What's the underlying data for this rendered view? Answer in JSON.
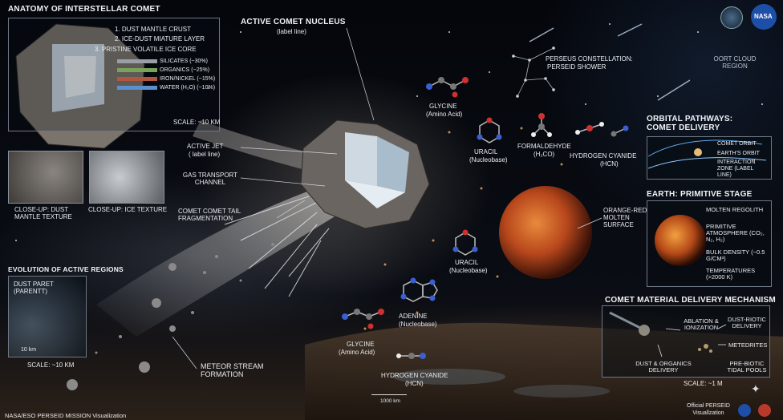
{
  "anatomy": {
    "title": "ANATOMY OF INTERSTELLAR COMET",
    "layers": [
      "1. DUST MANTLE CRUST",
      "2. ICE-DUST MIATURE LAYER",
      "3. PRISTINE VOLATILE ICE CORE"
    ],
    "composition": [
      {
        "label": "SILICATES (~30%)",
        "color": "#9a9ea6"
      },
      {
        "label": "ORGANICS (~25%)",
        "color": "#7aa35a"
      },
      {
        "label": "IRON/NICKEL (~15%)",
        "color": "#b0553e"
      },
      {
        "label": "WATER (H₂O) (~10%)",
        "color": "#5b8fd0"
      }
    ],
    "scale": "SCALE: ~10 KM"
  },
  "closeups": {
    "dust": "CLOSE-UP: DUST MANTLE TEXTURE",
    "ice": "CLOSE-UP: ICE TEXTURE"
  },
  "nucleus": {
    "title": "ACTIVE COMET NUCLEUS",
    "sub": "(label line)"
  },
  "jet": {
    "title": "ACTIVE JET",
    "sub": "( label line)"
  },
  "gas": "GAS TRANSPORT CHANNEL",
  "tail": "COMET COMET TAIL FRAGMENTATION",
  "evolution": {
    "title": "EVOLUTION OF ACTIVE REGIONS",
    "dust_label": "DUST PARET (PARENTT)",
    "bar": "10 km",
    "scale": "SCALE: ~10 KM"
  },
  "meteor": "METEOR STREAM FORMATION",
  "perseus": {
    "title": "PERSEUS CONSTELLATION:",
    "sub": "PERSEID SHOWER"
  },
  "oort": "OORT CLOUD REGION",
  "molecules": [
    {
      "name": "GLYCINE",
      "sub": "(Amino Acid)"
    },
    {
      "name": "URACIL",
      "sub": "(Nucleobase)"
    },
    {
      "name": "FORMALDEHYDE",
      "sub": "(H₂CO)"
    },
    {
      "name": "HYDROGEN CYANIDE",
      "sub": "(HCN)"
    },
    {
      "name": "URACIL",
      "sub": "(Nucleobase)"
    },
    {
      "name": "ADENINE",
      "sub": "(Nucleobase)"
    },
    {
      "name": "GLYCINE",
      "sub": "(Amino Acid)"
    },
    {
      "name": "HYDROGEN CYANIDE",
      "sub": "(HCN)"
    }
  ],
  "planet_label": "ORANGE-RED MOLTEN SURFACE",
  "orbital": {
    "title": "ORBITAL PATHWAYS: COMET DELIVERY",
    "comet_orbit": "COMET ORBIT",
    "earth_orbit": "EARTH'S ORBIT",
    "zone": "INTERACTION ZONE (label line)"
  },
  "earth": {
    "title": "EARTH: PRIMITIVE STAGE",
    "items": [
      "MOLTEN REGOLITH",
      "PRIMITIVE ATMOSPHERE (CO₂, N₂, H₂)",
      "BULK DENSITY (~0.5 g/cm³)",
      "TEMPERATURES (>2000 K)"
    ]
  },
  "delivery": {
    "title": "COMET MATERIAL DELIVERY MECHANISM",
    "ablation": "ABLATION & IONIZATION",
    "dust_org": "DUST & ORGANICS DELIVERY",
    "biotic": "DUST-RIOTIC DELIVERY",
    "meteorites": "METEDRITES",
    "prebiotic": "PRE-BIOTIC TIDAL POOLS",
    "scale": "SCALE: ~1 M"
  },
  "surface_bar": "1000 km",
  "footer_left": "NASA/ESO PERSEID MISSION Visualization",
  "footer_right": "Official PERSEID Visuallzation",
  "logos": {
    "nasa": "NASA"
  },
  "colors": {
    "panel_border": "#6f7886",
    "planet": "#c4571f",
    "orbit": "#5fa8e8",
    "molten": "#e07a2a"
  }
}
